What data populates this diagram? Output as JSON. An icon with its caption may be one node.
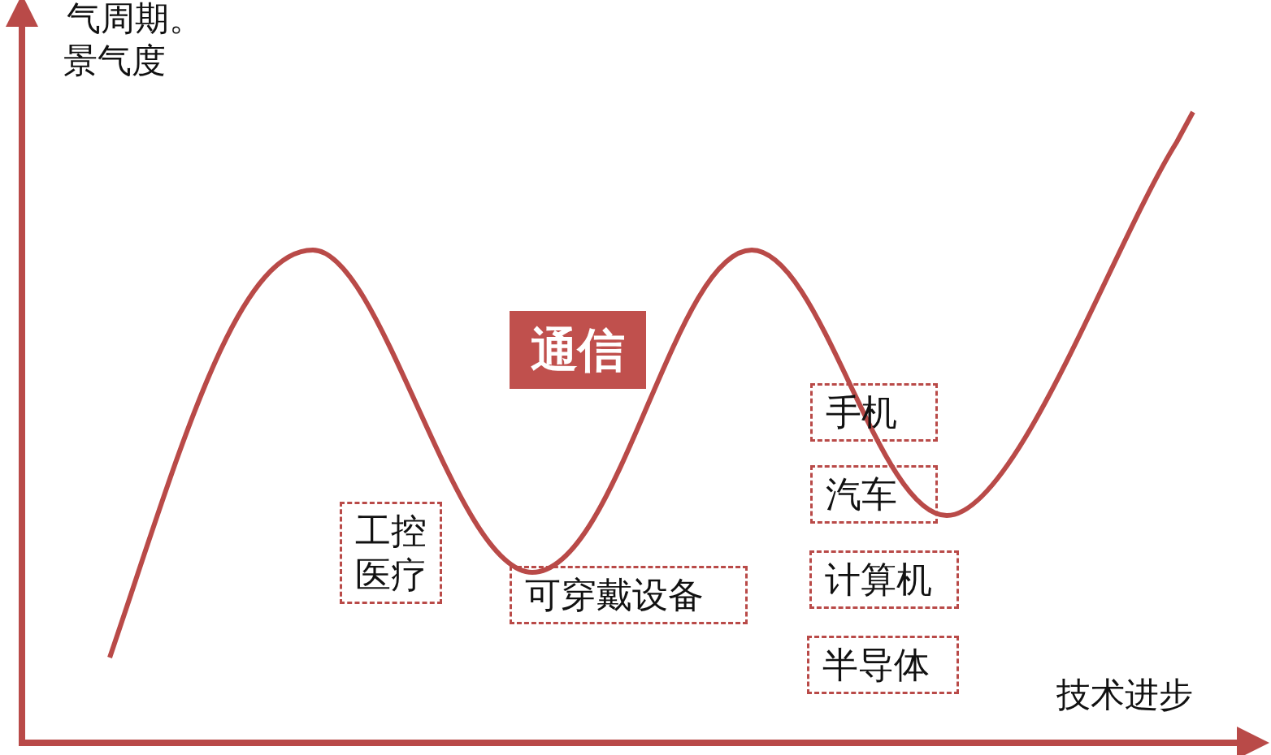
{
  "diagram": {
    "nodes": [
      {
        "text": [
          "通信"
        ]
      },
      {
        "text": [
          "工控",
          "医疗"
        ]
      },
      {
        "text": [
          "可穿戴设备"
        ]
      },
      {
        "text": [
          "手机"
        ]
      },
      {
        "text": [
          "汽车"
        ]
      },
      {
        "text": [
          "计算机"
        ]
      },
      {
        "text": [
          "半导体"
        ]
      }
    ],
    "edges": [],
    "labels": [
      "气周期。",
      "景气度",
      "技术进步"
    ]
  }
}
